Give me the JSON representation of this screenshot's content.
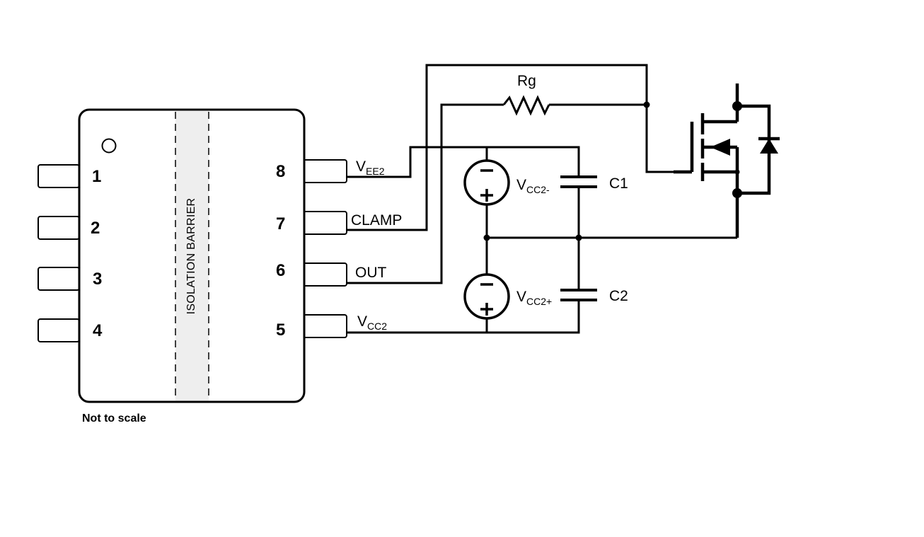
{
  "chip": {
    "left_pins": [
      "1",
      "2",
      "3",
      "4"
    ],
    "right_pins": [
      "8",
      "7",
      "6",
      "5"
    ],
    "barrier_label": "ISOLATION BARRIER"
  },
  "signals": {
    "pin8": {
      "main": "V",
      "sub": "EE2"
    },
    "pin7": "CLAMP",
    "pin6": "OUT",
    "pin5": {
      "main": "V",
      "sub": "CC2"
    }
  },
  "components": {
    "resistor": "Rg",
    "source_top": {
      "main": "V",
      "sub": "CC2-"
    },
    "source_bottom": {
      "main": "V",
      "sub": "CC2+"
    },
    "cap_top": "C1",
    "cap_bottom": "C2"
  },
  "note": "Not to scale"
}
